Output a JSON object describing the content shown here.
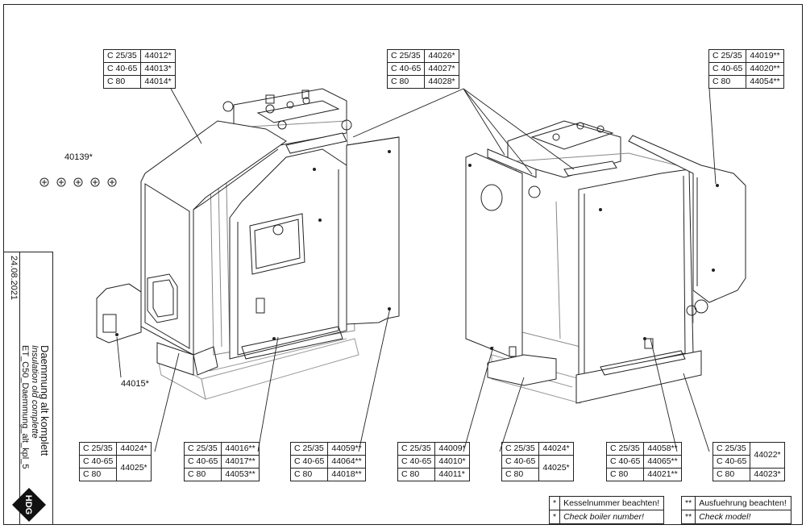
{
  "tables": [
    {
      "id": "t1",
      "rows": [
        [
          "C 25/35",
          "44012*"
        ],
        [
          "C 40-65",
          "44013*"
        ],
        [
          "C 80",
          "44014*"
        ]
      ]
    },
    {
      "id": "t2",
      "rows": [
        [
          "C 25/35",
          "44026*"
        ],
        [
          "C 40-65",
          "44027*"
        ],
        [
          "C 80",
          "44028*"
        ]
      ]
    },
    {
      "id": "t3",
      "rows": [
        [
          "C 25/35",
          "44019**"
        ],
        [
          "C 40-65",
          "44020**"
        ],
        [
          "C 80",
          "44054**"
        ]
      ]
    },
    {
      "id": "b1",
      "rows": [
        [
          "C 25/35",
          "44024*"
        ],
        [
          "C 40-65",
          ""
        ],
        [
          "C 80",
          ""
        ]
      ],
      "merged": "44025*"
    },
    {
      "id": "b2",
      "rows": [
        [
          "C 25/35",
          "44016**"
        ],
        [
          "C 40-65",
          "44017**"
        ],
        [
          "C 80",
          "44053**"
        ]
      ]
    },
    {
      "id": "b3",
      "rows": [
        [
          "C 25/35",
          "44059**"
        ],
        [
          "C 40-65",
          "44064**"
        ],
        [
          "C 80",
          "44018**"
        ]
      ]
    },
    {
      "id": "b4",
      "rows": [
        [
          "C 25/35",
          "44009*"
        ],
        [
          "C 40-65",
          "44010*"
        ],
        [
          "C 80",
          "44011*"
        ]
      ]
    },
    {
      "id": "b5",
      "rows": [
        [
          "C 25/35",
          "44024*"
        ],
        [
          "C 40-65",
          ""
        ],
        [
          "C 80",
          ""
        ]
      ],
      "merged": "44025*"
    },
    {
      "id": "b6",
      "rows": [
        [
          "C 25/35",
          "44058**"
        ],
        [
          "C 40-65",
          "44065**"
        ],
        [
          "C 80",
          "44021**"
        ]
      ]
    },
    {
      "id": "b7",
      "rows": [
        [
          "C 25/35",
          ""
        ],
        [
          "C 40-65",
          ""
        ],
        [
          "C 80",
          "44023*"
        ]
      ],
      "merged": "44022*"
    }
  ],
  "labels": {
    "screws": "40139*",
    "part_44015": "44015*"
  },
  "titleblock": {
    "date": "24.08.2021",
    "title_de": "Daemmung alt komplett",
    "title_en": "Insulation old complette",
    "drawing_no": "ET_C50_Daemmung_alt_kpl_5",
    "logo": "HDG"
  },
  "legend": {
    "star1": "*",
    "star1_de": "Kesselnummer beachten!",
    "star1_en": "Check boiler number!",
    "star2": "**",
    "star2_de": "Ausfuehrung beachten!",
    "star2_en": "Check model!"
  }
}
